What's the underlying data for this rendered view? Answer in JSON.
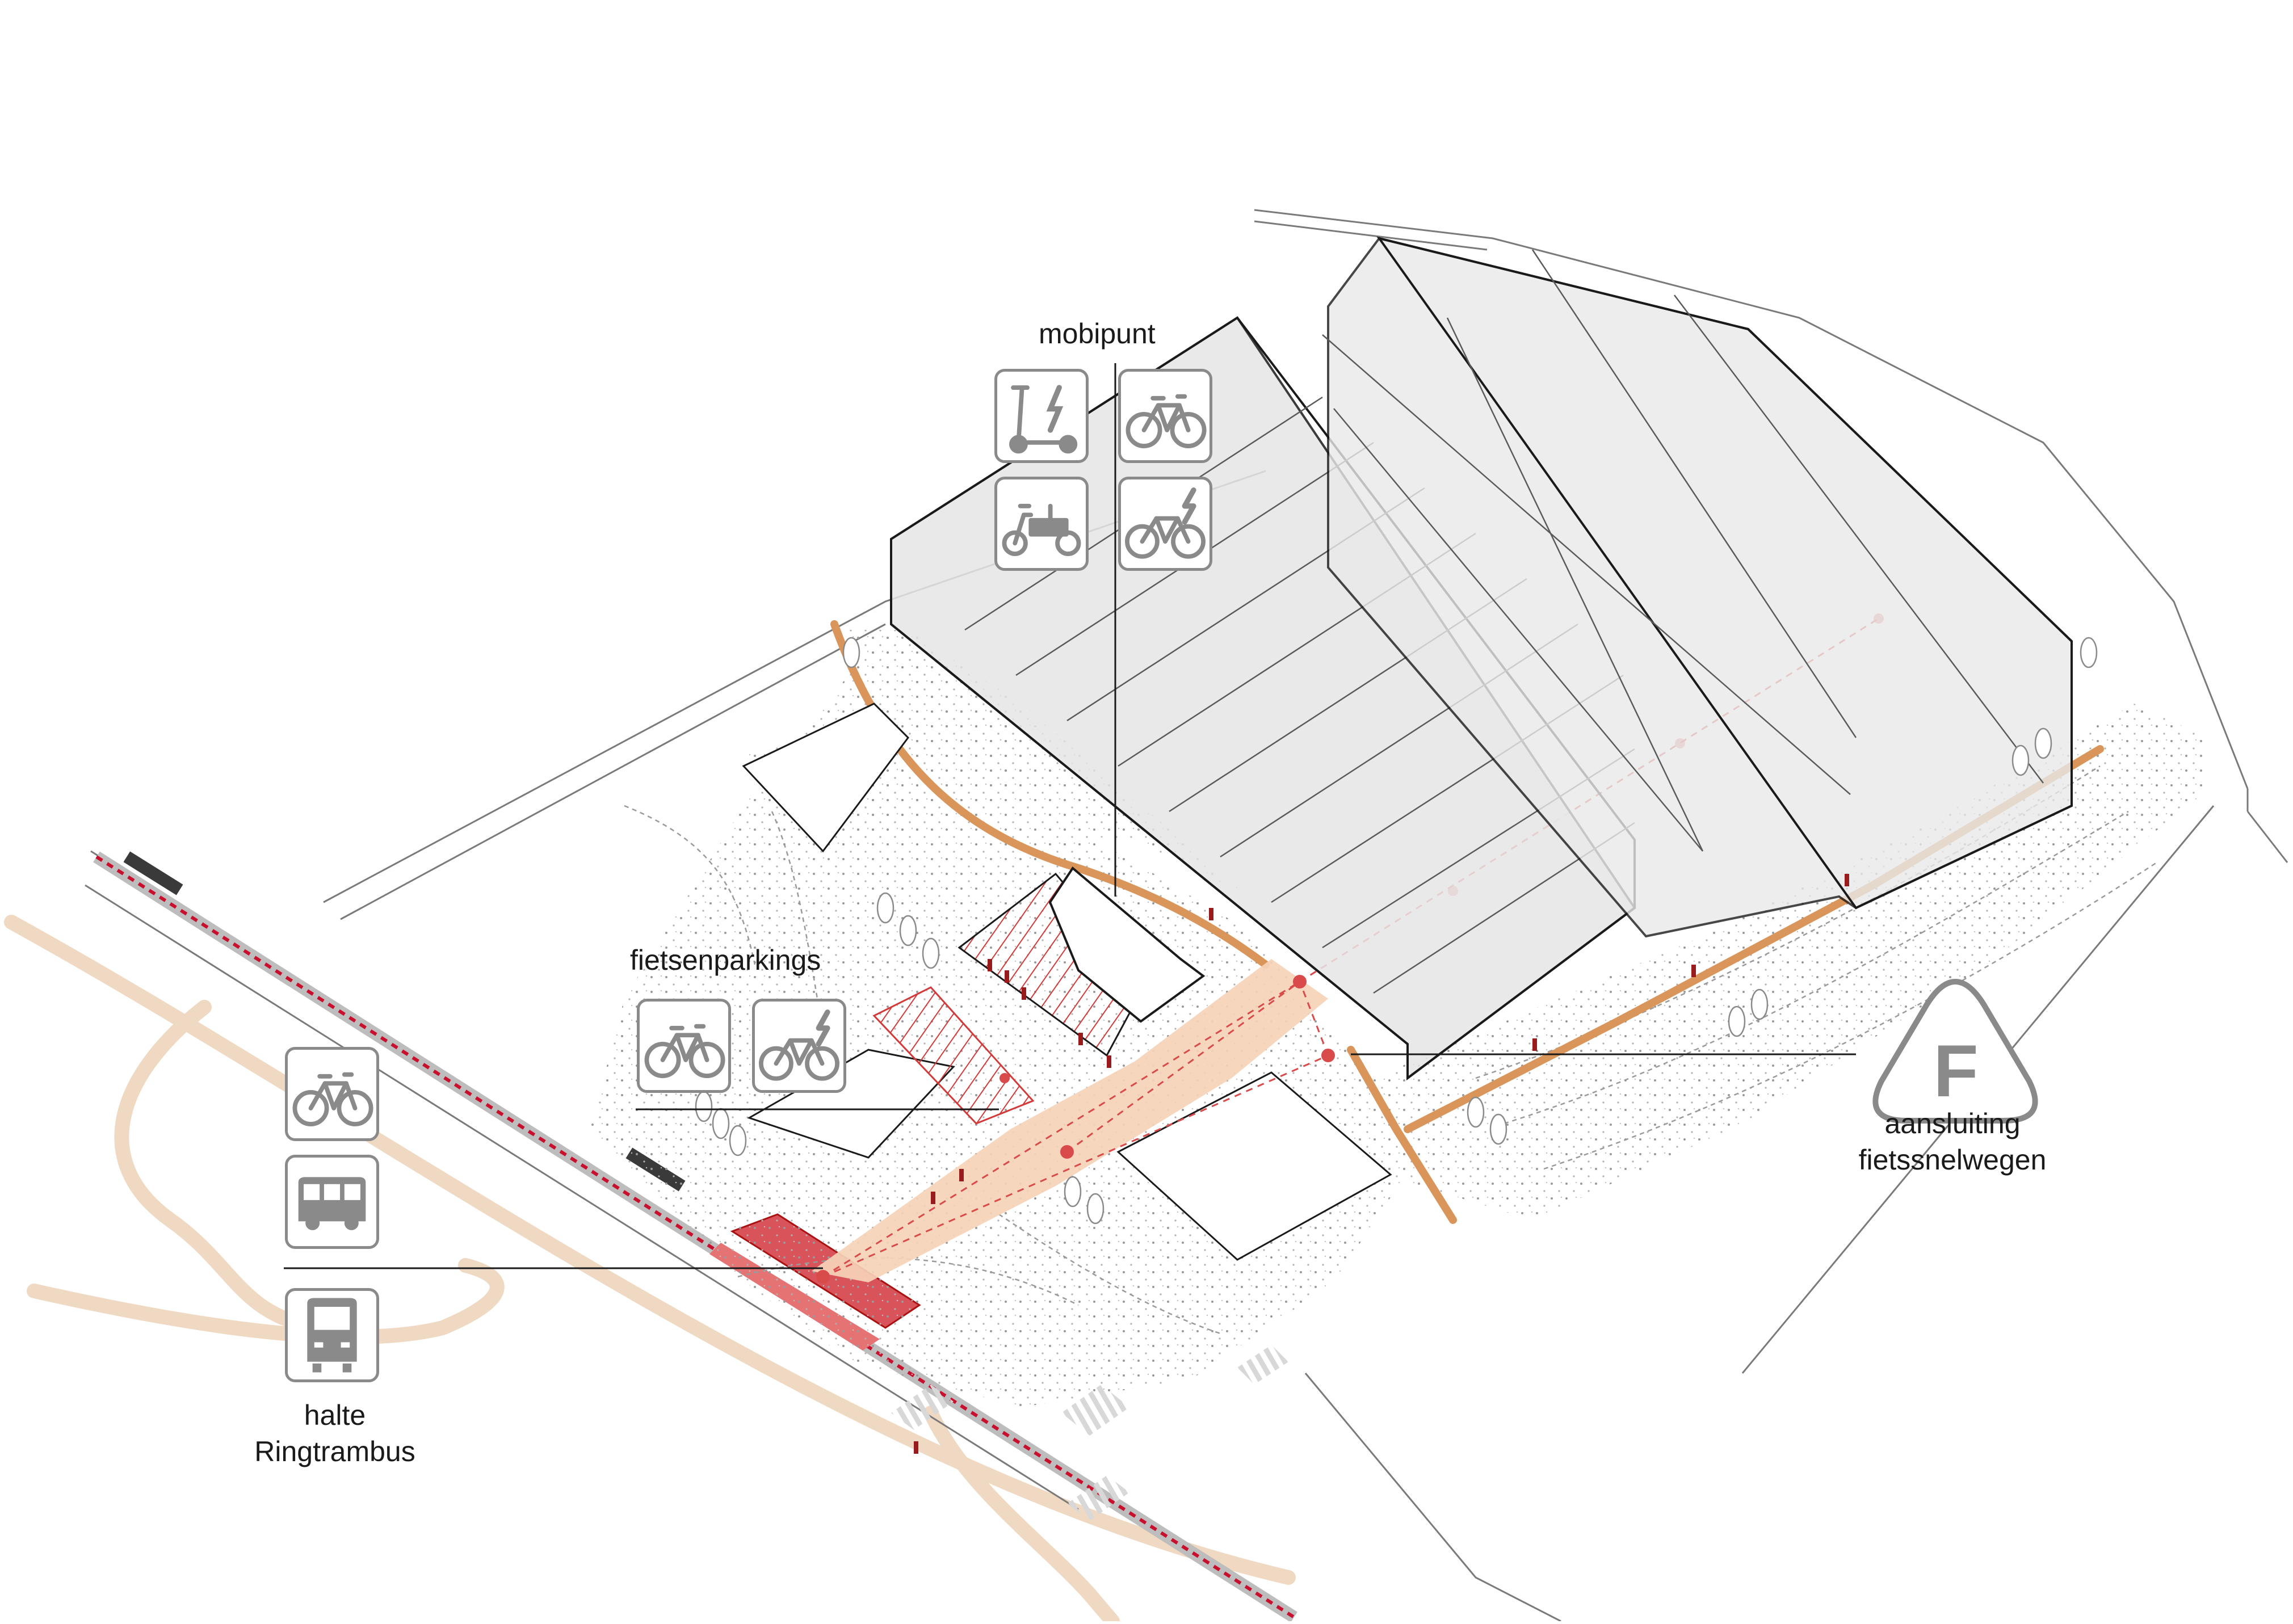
{
  "labels": {
    "mobipunt": "mobipunt",
    "fietsenparkings": "fietsenparkings",
    "aansluiting_line1": "aansluiting",
    "aansluiting_line2": "fietssnelwegen",
    "halte_line1": "halte",
    "halte_line2": "Ringtrambus"
  },
  "fietssnelweg_sign_letter": "F",
  "icons": {
    "mobipunt": [
      "e-scooter-icon",
      "bicycle-icon",
      "cargo-bike-icon",
      "e-bike-icon"
    ],
    "fietsenparkings": [
      "bicycle-icon",
      "e-bike-icon"
    ],
    "halte": [
      "bicycle-icon",
      "bus-icon",
      "tram-bus-icon"
    ]
  },
  "colors": {
    "accent_red": "#c8102e",
    "path_orange": "#d9955a",
    "road_beige": "#f0d9c2",
    "plaza_peach": "#f6d2b8",
    "building_grey": "#e6e6e6",
    "icon_grey": "#8a8a8a",
    "line_dark": "#1a1a1a"
  }
}
